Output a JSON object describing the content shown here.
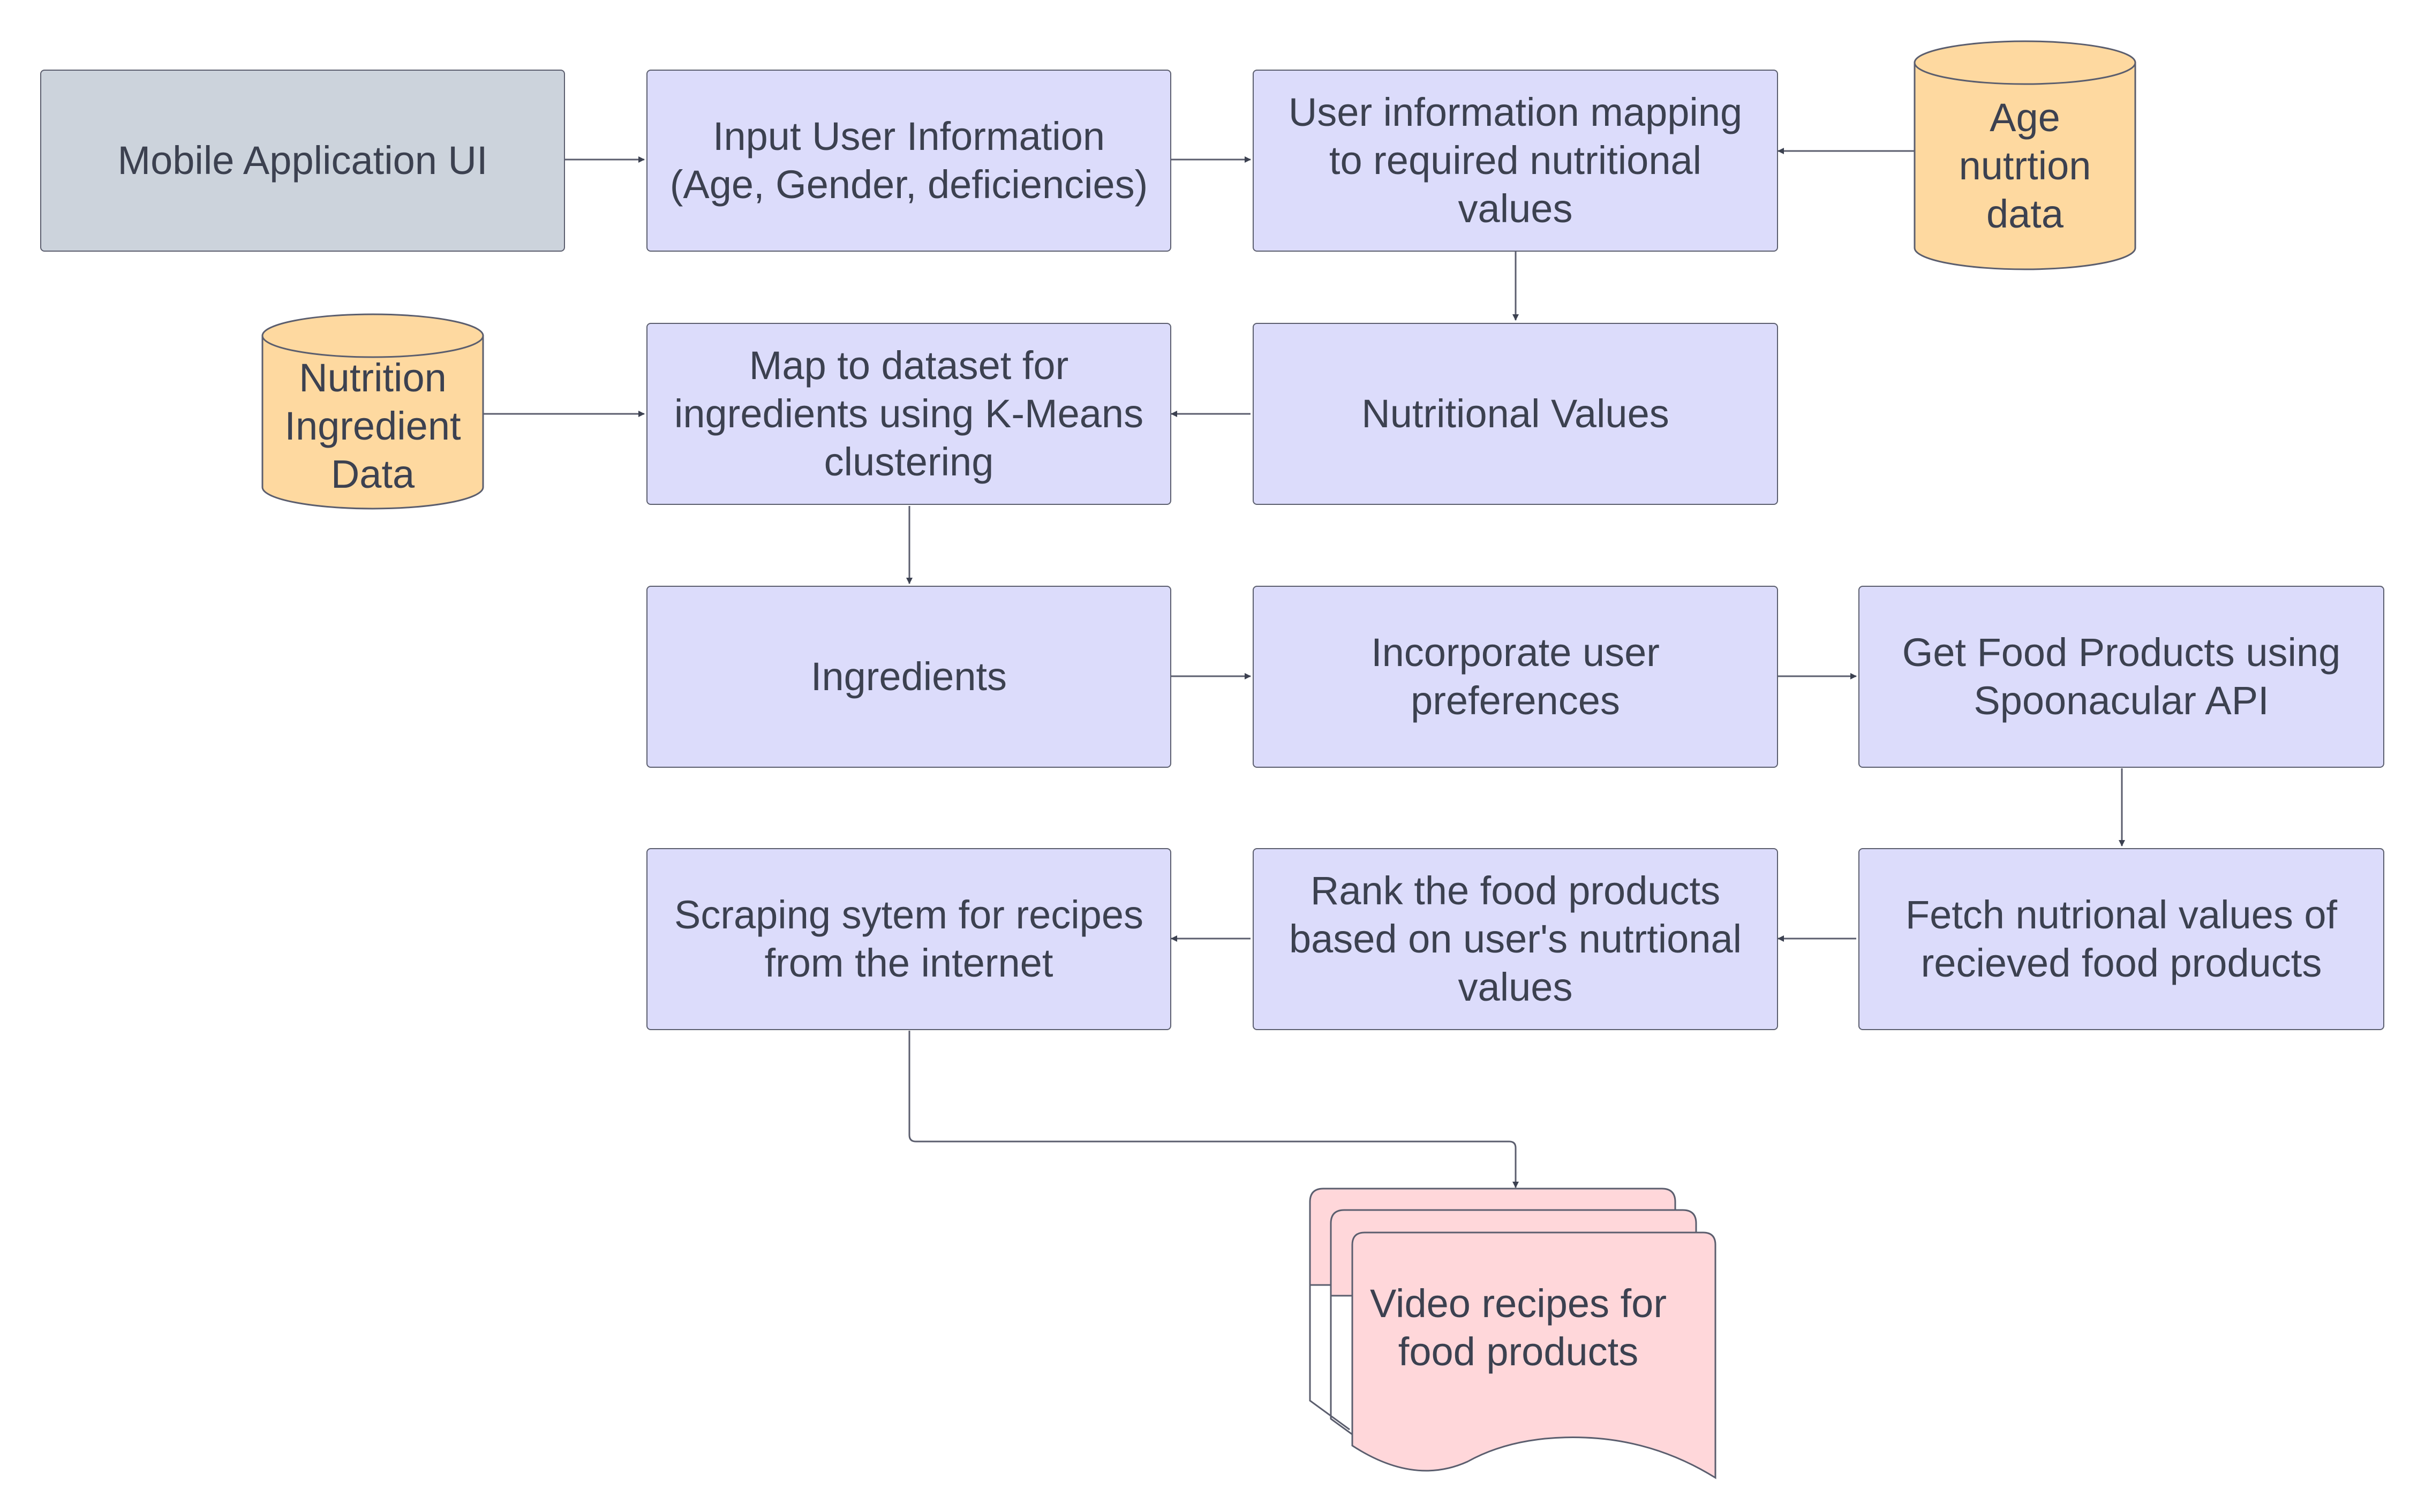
{
  "colors": {
    "process_fill": "#dcdcfb",
    "ui_fill": "#ccd3dc",
    "datastore_fill": "#fed9a0",
    "document_fill": "#ffd7da",
    "stroke": "#5b5e6e",
    "text": "#3c4150"
  },
  "nodes": {
    "mobile_ui": "Mobile Application UI",
    "input_user_info": "Input User Information\n(Age, Gender, deficiencies)",
    "user_info_mapping": "User information  mapping\nto required nutritional\nvalues",
    "age_nutrition_data": "Age\nnutrtion\ndata",
    "nutrition_ingredient_data": "Nutrition\nIngredient\nData",
    "map_to_dataset": "Map to dataset for\ningredients using K-Means\nclustering",
    "nutritional_values": "Nutritional Values",
    "ingredients": "Ingredients",
    "incorporate_preferences": "Incorporate user\npreferences",
    "get_food_products": "Get Food Products using\nSpoonacular API",
    "scraping_system": "Scraping sytem for recipes\nfrom the internet",
    "rank_food_products": "Rank the food products\nbased on user's nutrtional\nvalues",
    "fetch_nutritional_values": "Fetch nutrional values of\nrecieved food products",
    "video_recipes": "Video recipes for\nfood products"
  }
}
